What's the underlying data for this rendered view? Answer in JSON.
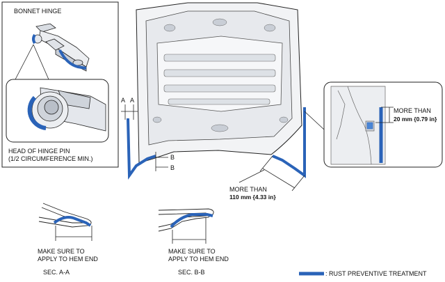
{
  "colors": {
    "rust_blue": "#2a63b8",
    "line": "#222222",
    "metal_fill": "#f2f3f5",
    "metal_shade": "#c9ced6"
  },
  "hinge": {
    "title": "BONNET HINGE",
    "pin_label_line1": "HEAD OF HINGE PIN",
    "pin_label_line2": "(1/2 CIRCUMFERENCE MIN.)"
  },
  "bonnet": {
    "section_a_1": "A",
    "section_a_2": "A",
    "section_b_1": "B",
    "section_b_2": "B",
    "corner_dim_line1": "MORE THAN",
    "corner_dim_line2": "110 mm {4.33 in}"
  },
  "detail_right": {
    "dim_line1": "MORE THAN",
    "dim_line2": "20 mm {0.79 in}"
  },
  "section_aa": {
    "note_line1": "MAKE SURE TO",
    "note_line2": "APPLY TO HEM END",
    "label": "SEC. A-A"
  },
  "section_bb": {
    "note_line1": "MAKE SURE TO",
    "note_line2": "APPLY TO HEM END",
    "label": "SEC. B-B"
  },
  "legend": {
    "label": ": RUST PREVENTIVE TREATMENT"
  }
}
